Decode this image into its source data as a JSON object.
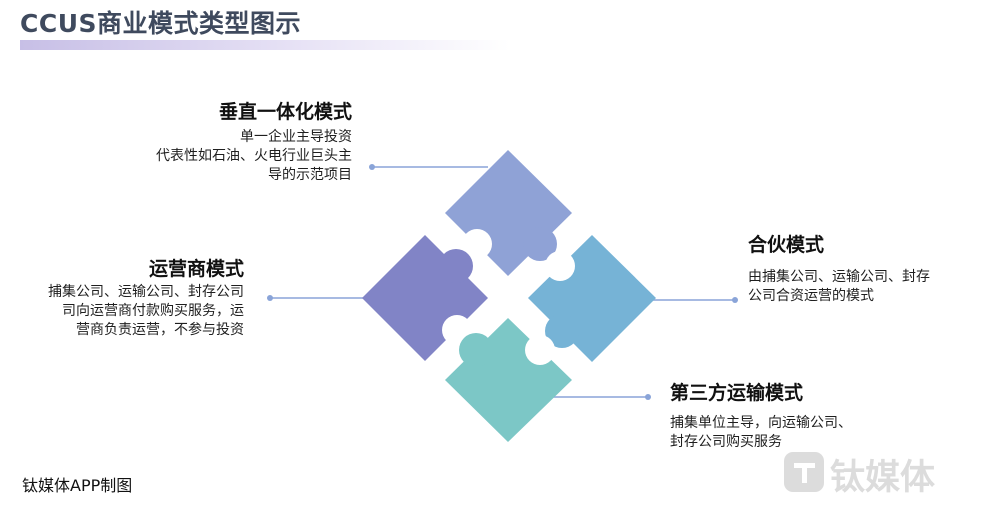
{
  "title": "CCUS商业模式类型图示",
  "modes": {
    "vertical": {
      "heading": "垂直一体化模式",
      "lines": [
        "单一企业主导投资",
        "代表性如石油、火电行业巨头主",
        "导的示范项目"
      ],
      "color": "#8fa2d6"
    },
    "operator": {
      "heading": "运营商模式",
      "lines": [
        "捕集公司、运输公司、封存公司",
        "司向运营商付款购买服务，运",
        "营商负责运营，不参与投资"
      ],
      "color": "#8184c6"
    },
    "partnership": {
      "heading": "合伙模式",
      "lines": [
        "由捕集公司、运输公司、封存",
        "公司合资运营的模式"
      ],
      "color": "#76b3d6"
    },
    "third_party": {
      "heading": "第三方运输模式",
      "lines": [
        "捕集单位主导，向运输公司、",
        "封存公司购买服务"
      ],
      "color": "#7cc7c6"
    }
  },
  "footer": "钛媒体APP制图",
  "watermark": "钛媒体",
  "connector_color": "#8aa4d8"
}
